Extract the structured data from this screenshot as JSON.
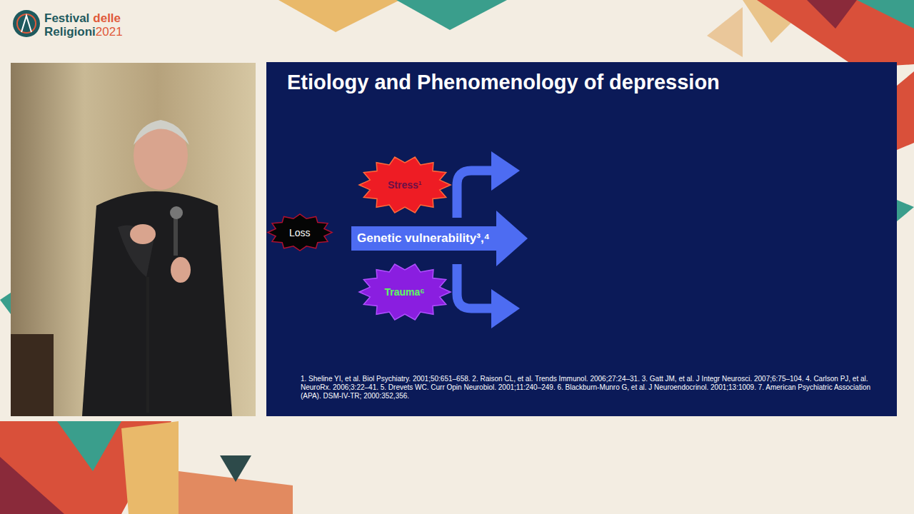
{
  "diagram": {
    "title": "Etiology and Phenomenology of depression",
    "nodes": [
      {
        "text": [
          "Stress¹"
        ]
      },
      {
        "text": [
          "Loss"
        ]
      },
      {
        "text": [
          "Genetic vulnerability³,⁴"
        ]
      },
      {
        "text": [
          "Trauma⁶"
        ]
      }
    ],
    "labels": [
      "Festival",
      "delle",
      "Religioni",
      "2021",
      "1. Sheline YI, et al. Biol Psychiatry. 2001;50:651–658. 2. Raison CL, et al. Trends Immunol. 2006;27:24–31. 3. Gatt JM, et al. J Integr Neurosci. 2007;6:75–104. 4. Carlson PJ, et al. NeuroRx. 2006;3:22–41. 5. Drevets WC. Curr Opin Neurobiol. 2001;11:240–249. 6. Blackburn-Munro G, et al. J Neuroendocrinol. 2001;13:1009. 7. American Psychiatric Association (APA). DSM-IV-TR; 2000:352,356."
    ]
  }
}
